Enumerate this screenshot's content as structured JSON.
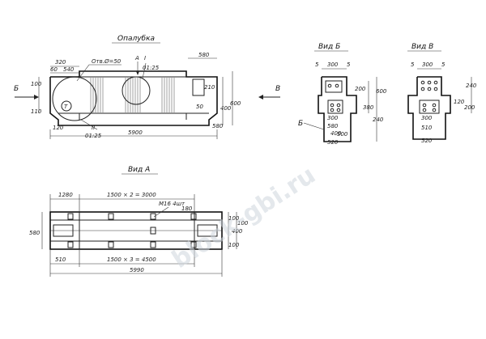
{
  "views": {
    "main": {
      "title": "Опалубка",
      "hole_note": "Отв.Ø=50",
      "view_a_ref": "А",
      "section_1": "I",
      "section_1_scale": "01:25",
      "section_2": "II",
      "section_2_scale": "01:25",
      "marker_b": "Б",
      "marker_v": "В",
      "circle_mark": "T",
      "dims": {
        "d320": "320",
        "d580": "580",
        "d60": "60",
        "d540": "540",
        "d100": "100",
        "d400": "400",
        "d600": "600",
        "d210": "210",
        "d110": "110",
        "d5900": "5900",
        "d50": "50",
        "d580b": "580",
        "d120": "120"
      }
    },
    "view_b": {
      "title": "Вид Б",
      "label_b": "Б",
      "dims": {
        "d5": "5",
        "d300": "300",
        "d5b": "5",
        "d600": "600",
        "d380": "380",
        "d200": "200",
        "d300b": "300",
        "d240": "240",
        "d580": "580",
        "d400": "400",
        "d520": "520",
        "d500": "500"
      }
    },
    "view_v": {
      "title": "Вид В",
      "dims": {
        "d5": "5",
        "d300": "300",
        "d5b": "5",
        "d240": "240",
        "d120": "120",
        "d200": "200",
        "d300b": "300",
        "d510": "510",
        "d520": "520"
      }
    },
    "view_a": {
      "title": "Вид А",
      "dims": {
        "d1280": "1280",
        "top_chain": "1500 × 2 = 3000",
        "d180": "180",
        "d100": "100",
        "note_bolt": "М16 4шт",
        "d580": "580",
        "d100b": "100",
        "d400": "400",
        "d100c": "100",
        "d510": "510",
        "bottom_chain": "1500 × 3 = 4500",
        "d5990": "5990"
      }
    }
  },
  "watermark": "block-gbi.ru"
}
